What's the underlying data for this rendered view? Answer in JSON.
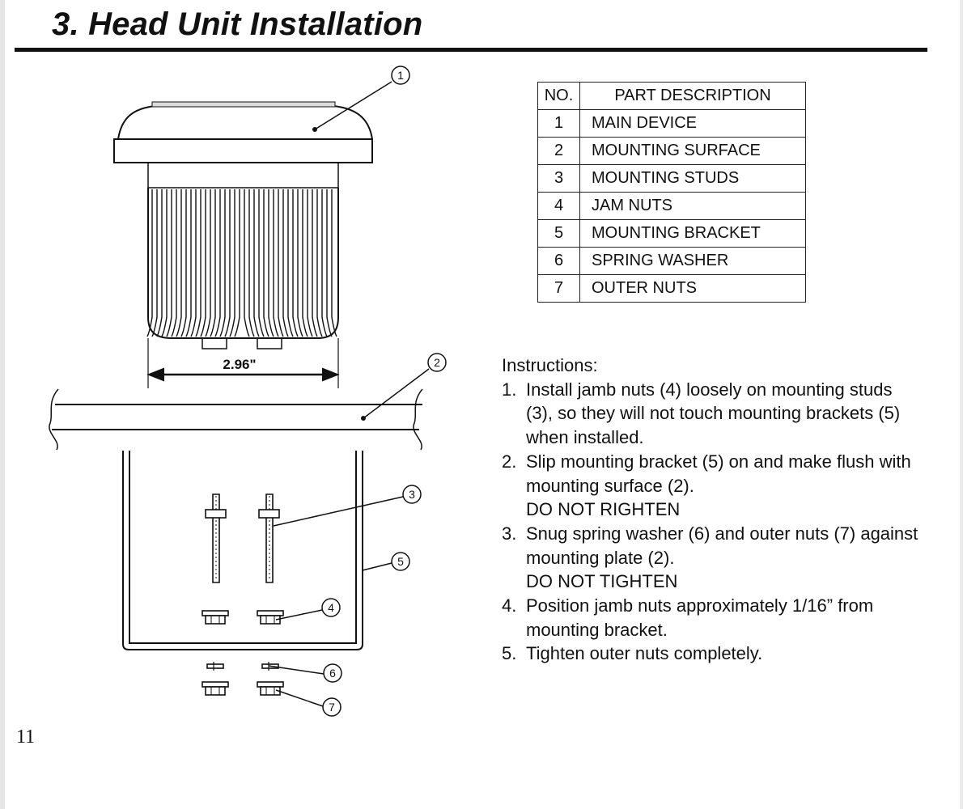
{
  "page": {
    "title": "3. Head Unit Installation",
    "page_number": "11"
  },
  "diagram": {
    "dimension_label": "2.96\"",
    "callouts": [
      "1",
      "2",
      "3",
      "4",
      "5",
      "6",
      "7"
    ],
    "colors": {
      "line": "#111111",
      "background": "#ffffff"
    }
  },
  "parts_table": {
    "headers": {
      "number": "NO.",
      "description": "PART DESCRIPTION"
    },
    "rows": [
      {
        "number": "1",
        "description": "MAIN DEVICE"
      },
      {
        "number": "2",
        "description": "MOUNTING SURFACE"
      },
      {
        "number": "3",
        "description": "MOUNTING STUDS"
      },
      {
        "number": "4",
        "description": "JAM NUTS"
      },
      {
        "number": "5",
        "description": "MOUNTING BRACKET"
      },
      {
        "number": "6",
        "description": "SPRING WASHER"
      },
      {
        "number": "7",
        "description": "OUTER NUTS"
      }
    ]
  },
  "instructions": {
    "heading": "Instructions:",
    "steps": [
      {
        "number": "1.",
        "text": "Install jamb nuts (4) loosely on mounting studs (3), so they will not touch mounting brackets (5) when installed.",
        "warning": ""
      },
      {
        "number": "2.",
        "text": "Slip mounting bracket (5) on and make flush with mounting surface (2).",
        "warning": "DO NOT RIGHTEN"
      },
      {
        "number": "3.",
        "text": "Snug spring washer (6) and outer nuts (7) against mounting plate (2).",
        "warning": "DO NOT TIGHTEN"
      },
      {
        "number": "4.",
        "text": "Position jamb nuts approximately 1/16” from mounting bracket.",
        "warning": ""
      },
      {
        "number": "5.",
        "text": "Tighten outer nuts completely.",
        "warning": ""
      }
    ]
  }
}
